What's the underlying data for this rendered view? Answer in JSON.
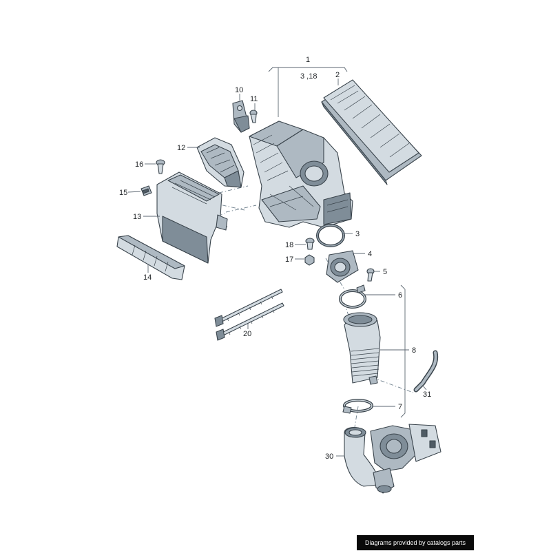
{
  "labels": {
    "p1": "1",
    "p1_sub": "3 ,18",
    "p2": "2",
    "p3": "3",
    "p4": "4",
    "p5": "5",
    "p6": "6",
    "p7": "7",
    "p8": "8",
    "p10": "10",
    "p11": "11",
    "p12": "12",
    "p13": "13",
    "p14": "14",
    "p15": "15",
    "p16": "16",
    "p17": "17",
    "p18": "18",
    "p20": "20",
    "p30": "30",
    "p31": "31"
  },
  "credit": "Diagrams provided by catalogs parts"
}
